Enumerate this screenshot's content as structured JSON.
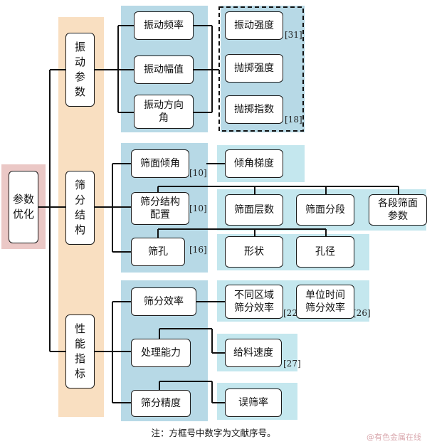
{
  "colors": {
    "pink_band": "#ebc8c6",
    "orange_band": "#f9dfc1",
    "blue_band": "#b7d9e6",
    "light_blue_band": "#c4e7ee",
    "line": "#111111",
    "box_border": "#1a1a1a"
  },
  "root": "参数优化",
  "level1": {
    "vibration": "振动参数",
    "structure": "筛分结构",
    "performance": "性能指标"
  },
  "vibration": {
    "frequency": "振动频率",
    "amplitude": "振动幅值",
    "direction_angle": "振动方向角",
    "intensity": "振动强度",
    "throw_intensity": "抛掷强度",
    "throw_index": "抛掷指数",
    "ref_intensity": "[31]",
    "ref_throw_index": "[18]"
  },
  "structure": {
    "deck_angle": "筛面倾角",
    "ref_deck_angle": "[10]",
    "angle_gradient": "倾角梯度",
    "configuration": "筛分结构配置",
    "ref_configuration": "[10]",
    "deck_layers": "筛面层数",
    "deck_segments": "筛面分段",
    "segment_params": "各段筛面参数",
    "aperture": "筛孔",
    "ref_aperture": "[16]",
    "shape": "形状",
    "hole_size": "孔径"
  },
  "performance": {
    "efficiency": "筛分效率",
    "capacity": "处理能力",
    "accuracy": "筛分精度",
    "zone_efficiency": "不同区域筛分效率",
    "ref_zone": "[22]",
    "unit_time_efficiency": "单位时间筛分效率",
    "ref_unit_time": "[26]",
    "feed_speed": "给料速度",
    "ref_feed": "[27]",
    "misplacement_rate": "误筛率"
  },
  "footnote": "注：方框号中数字为文献序号。",
  "watermark": "@有色金属在线"
}
